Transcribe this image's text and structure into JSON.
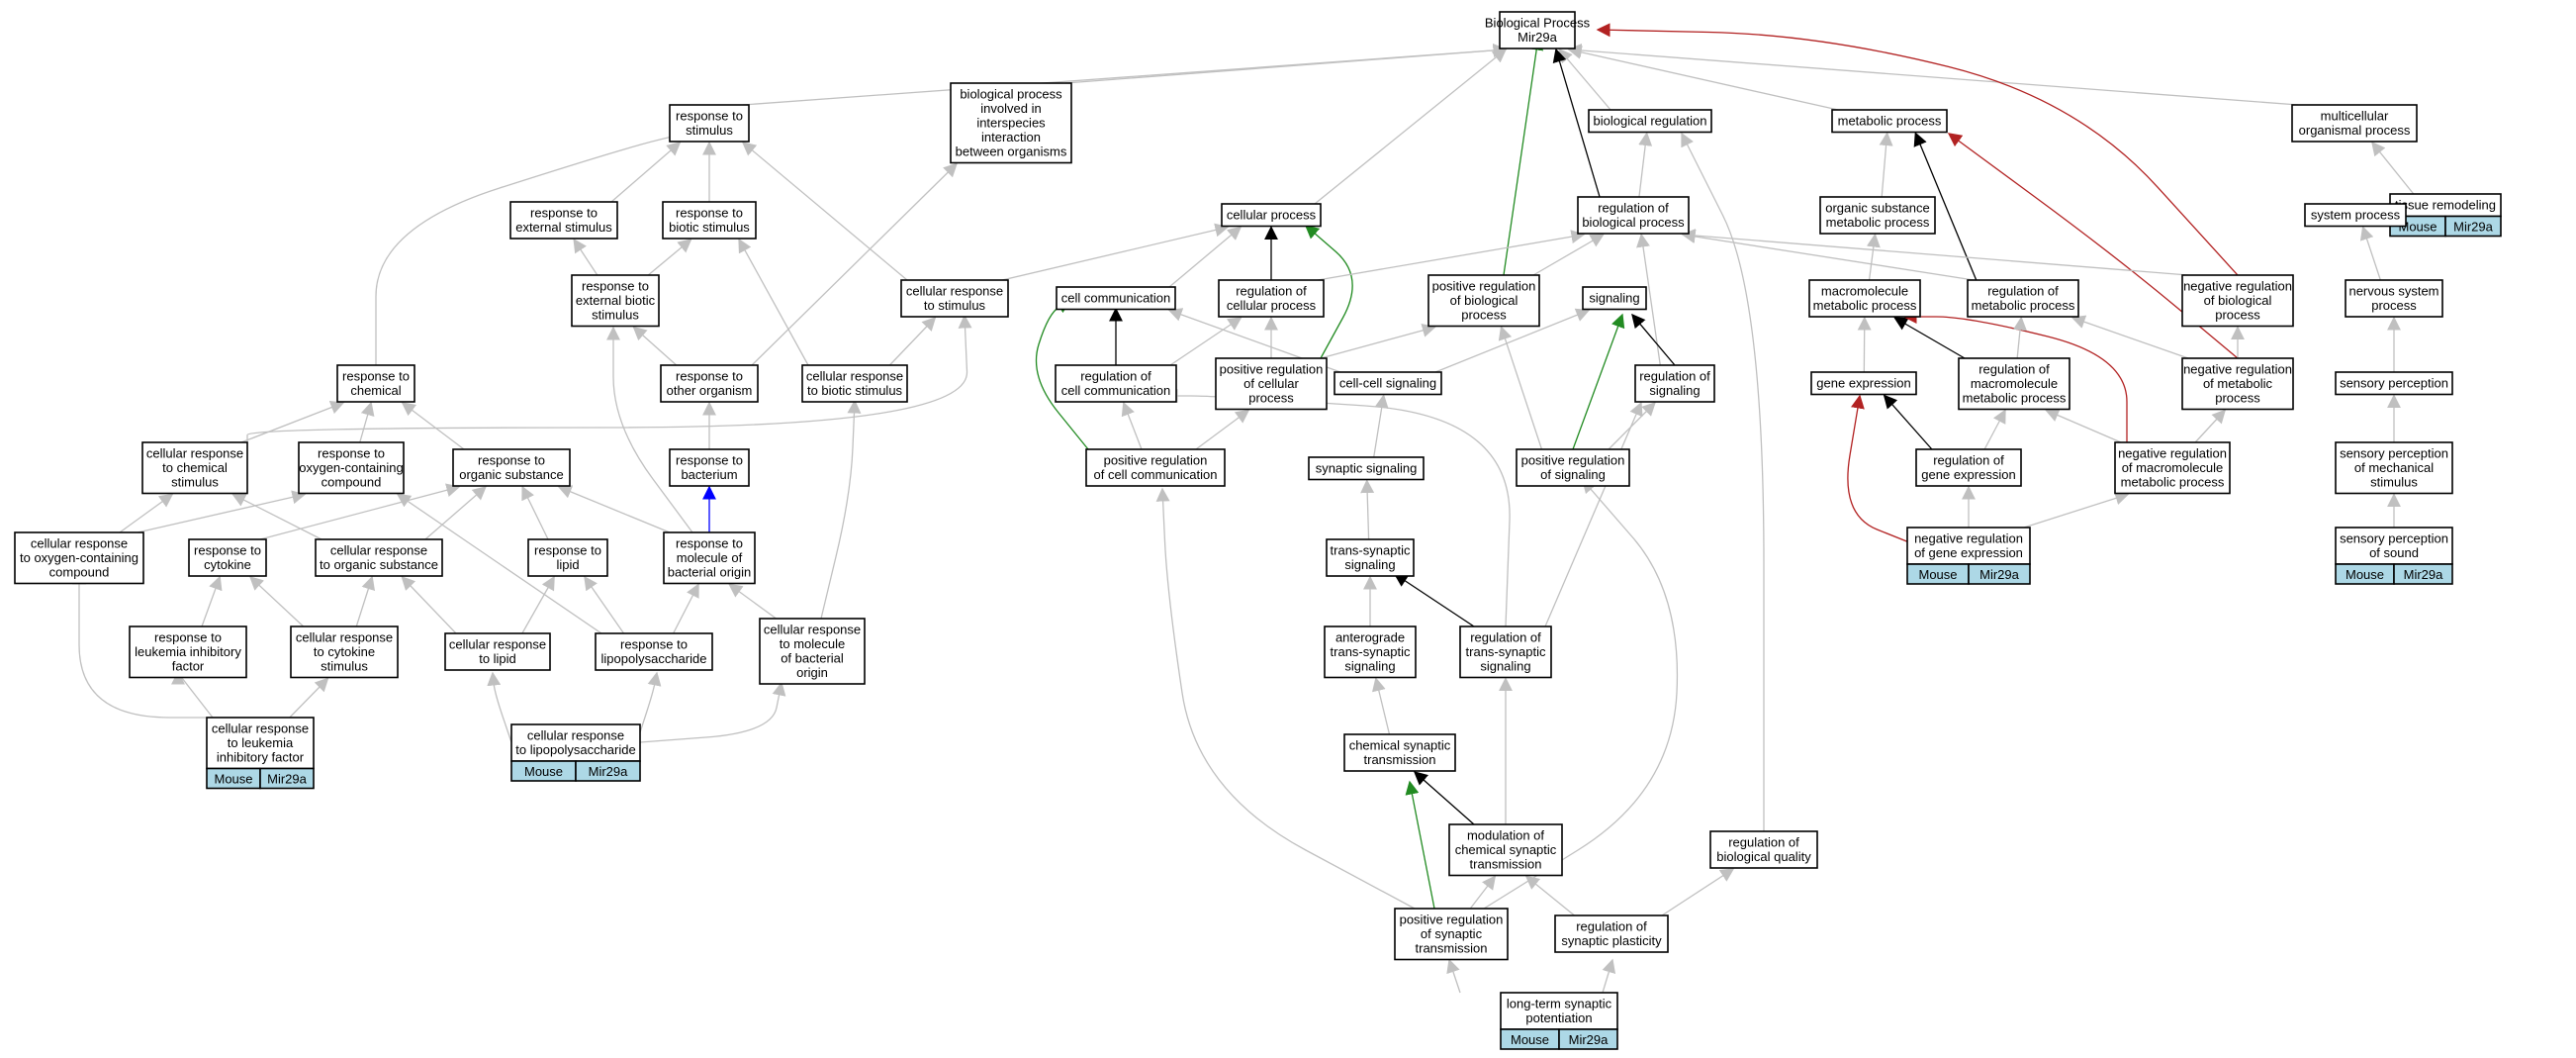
{
  "colors": {
    "default_edge": "#c0c0c0",
    "is_a": "#000000",
    "positively_regulates": "#228b22",
    "negatively_regulates": "#b22222",
    "part_of": "#0000ff",
    "annotation_cell": "#add8e6"
  },
  "nodes": [
    {
      "id": "bp",
      "lines": [
        "Biological Process",
        "Mir29a"
      ]
    },
    {
      "id": "rts",
      "lines": [
        "response to",
        "stimulus"
      ]
    },
    {
      "id": "bpii",
      "lines": [
        "biological process",
        "involved in",
        "interspecies",
        "interaction",
        "between organisms"
      ]
    },
    {
      "id": "breg",
      "lines": [
        "biological regulation"
      ]
    },
    {
      "id": "metab",
      "lines": [
        "metabolic process"
      ]
    },
    {
      "id": "multi",
      "lines": [
        "multicellular",
        "organismal process"
      ]
    },
    {
      "id": "tissue",
      "lines": [
        "tissue remodeling"
      ],
      "annotations": [
        "Mouse",
        "Mir29a"
      ]
    },
    {
      "id": "rext",
      "lines": [
        "response to",
        "external stimulus"
      ]
    },
    {
      "id": "rbio",
      "lines": [
        "response to",
        "biotic stimulus"
      ]
    },
    {
      "id": "cproc",
      "lines": [
        "cellular process"
      ]
    },
    {
      "id": "regbp",
      "lines": [
        "regulation of",
        "biological process"
      ]
    },
    {
      "id": "osmp",
      "lines": [
        "organic substance",
        "metabolic process"
      ]
    },
    {
      "id": "sysp",
      "lines": [
        "system process"
      ]
    },
    {
      "id": "rextbio",
      "lines": [
        "response to",
        "external biotic",
        "stimulus"
      ]
    },
    {
      "id": "crs",
      "lines": [
        "cellular response",
        "to stimulus"
      ]
    },
    {
      "id": "ccomm",
      "lines": [
        "cell communication"
      ]
    },
    {
      "id": "regcp",
      "lines": [
        "regulation of",
        "cellular process"
      ]
    },
    {
      "id": "posregbp",
      "lines": [
        "positive regulation",
        "of biological",
        "process"
      ]
    },
    {
      "id": "signaling",
      "lines": [
        "signaling"
      ]
    },
    {
      "id": "macro",
      "lines": [
        "macromolecule",
        "metabolic process"
      ]
    },
    {
      "id": "regmp",
      "lines": [
        "regulation of",
        "metabolic process"
      ]
    },
    {
      "id": "negregbp",
      "lines": [
        "negative regulation",
        "of biological",
        "process"
      ]
    },
    {
      "id": "nerv",
      "lines": [
        "nervous system",
        "process"
      ]
    },
    {
      "id": "rchem",
      "lines": [
        "response to",
        "chemical"
      ]
    },
    {
      "id": "roth",
      "lines": [
        "response to",
        "other organism"
      ]
    },
    {
      "id": "crbio",
      "lines": [
        "cellular response",
        "to biotic stimulus"
      ]
    },
    {
      "id": "regcc",
      "lines": [
        "regulation of",
        "cell communication"
      ]
    },
    {
      "id": "posregcp",
      "lines": [
        "positive regulation",
        "of cellular",
        "process"
      ]
    },
    {
      "id": "ccsig",
      "lines": [
        "cell-cell signaling"
      ]
    },
    {
      "id": "regsig",
      "lines": [
        "regulation of",
        "signaling"
      ]
    },
    {
      "id": "geneexp",
      "lines": [
        "gene expression"
      ]
    },
    {
      "id": "regmmp",
      "lines": [
        "regulation of",
        "macromolecule",
        "metabolic process"
      ]
    },
    {
      "id": "negregmp",
      "lines": [
        "negative regulation",
        "of metabolic",
        "process"
      ]
    },
    {
      "id": "sensp",
      "lines": [
        "sensory perception"
      ]
    },
    {
      "id": "crchem",
      "lines": [
        "cellular response",
        "to chemical",
        "stimulus"
      ]
    },
    {
      "id": "roxy",
      "lines": [
        "response to",
        "oxygen-containing",
        "compound"
      ]
    },
    {
      "id": "rorg",
      "lines": [
        "response to",
        "organic substance"
      ]
    },
    {
      "id": "rbact",
      "lines": [
        "response to",
        "bacterium"
      ]
    },
    {
      "id": "posregcc",
      "lines": [
        "positive regulation",
        "of cell communication"
      ]
    },
    {
      "id": "synsig",
      "lines": [
        "synaptic signaling"
      ]
    },
    {
      "id": "posregsig",
      "lines": [
        "positive regulation",
        "of signaling"
      ]
    },
    {
      "id": "reggene",
      "lines": [
        "regulation of",
        "gene expression"
      ]
    },
    {
      "id": "negregmmp",
      "lines": [
        "negative regulation",
        "of macromolecule",
        "metabolic process"
      ]
    },
    {
      "id": "spmech",
      "lines": [
        "sensory perception",
        "of mechanical",
        "stimulus"
      ]
    },
    {
      "id": "croxy",
      "lines": [
        "cellular response",
        "to oxygen-containing",
        "compound"
      ]
    },
    {
      "id": "rcyto",
      "lines": [
        "response to",
        "cytokine"
      ]
    },
    {
      "id": "crorg",
      "lines": [
        "cellular response",
        "to organic substance"
      ]
    },
    {
      "id": "rlipid",
      "lines": [
        "response to",
        "lipid"
      ]
    },
    {
      "id": "rmolbact",
      "lines": [
        "response to",
        "molecule of",
        "bacterial origin"
      ]
    },
    {
      "id": "tss",
      "lines": [
        "trans-synaptic",
        "signaling"
      ]
    },
    {
      "id": "neggene",
      "lines": [
        "negative regulation",
        "of gene expression"
      ],
      "annotations": [
        "Mouse",
        "Mir29a"
      ]
    },
    {
      "id": "spsound",
      "lines": [
        "sensory perception",
        "of sound"
      ],
      "annotations": [
        "Mouse",
        "Mir29a"
      ]
    },
    {
      "id": "rlif",
      "lines": [
        "response to",
        "leukemia inhibitory",
        "factor"
      ]
    },
    {
      "id": "crcyto",
      "lines": [
        "cellular response",
        "to cytokine",
        "stimulus"
      ]
    },
    {
      "id": "crlipid",
      "lines": [
        "cellular response",
        "to lipid"
      ]
    },
    {
      "id": "rlps",
      "lines": [
        "response to",
        "lipopolysaccharide"
      ]
    },
    {
      "id": "crmolbact",
      "lines": [
        "cellular response",
        "to molecule",
        "of bacterial",
        "origin"
      ]
    },
    {
      "id": "antero",
      "lines": [
        "anterograde",
        "trans-synaptic",
        "signaling"
      ]
    },
    {
      "id": "regtss",
      "lines": [
        "regulation of",
        "trans-synaptic",
        "signaling"
      ]
    },
    {
      "id": "crlif",
      "lines": [
        "cellular response",
        "to leukemia",
        "inhibitory factor"
      ],
      "annotations": [
        "Mouse",
        "Mir29a"
      ]
    },
    {
      "id": "crlps",
      "lines": [
        "cellular response",
        "to lipopolysaccharide"
      ],
      "annotations": [
        "Mouse",
        "Mir29a"
      ]
    },
    {
      "id": "chemsyn",
      "lines": [
        "chemical synaptic",
        "transmission"
      ]
    },
    {
      "id": "modcst",
      "lines": [
        "modulation of",
        "chemical synaptic",
        "transmission"
      ]
    },
    {
      "id": "regbq",
      "lines": [
        "regulation of",
        "biological quality"
      ]
    },
    {
      "id": "posregst",
      "lines": [
        "positive regulation",
        "of synaptic",
        "transmission"
      ]
    },
    {
      "id": "regsp",
      "lines": [
        "regulation of",
        "synaptic plasticity"
      ]
    },
    {
      "id": "ltp",
      "lines": [
        "long-term synaptic",
        "potentiation"
      ],
      "annotations": [
        "Mouse",
        "Mir29a"
      ]
    }
  ],
  "edges": [
    {
      "from": "rts",
      "to": "bp",
      "type": "default"
    },
    {
      "from": "bpii",
      "to": "bp",
      "type": "default"
    },
    {
      "from": "breg",
      "to": "bp",
      "type": "default"
    },
    {
      "from": "metab",
      "to": "bp",
      "type": "default"
    },
    {
      "from": "multi",
      "to": "bp",
      "type": "default"
    },
    {
      "from": "cproc",
      "to": "bp",
      "type": "default"
    },
    {
      "from": "regbp",
      "to": "bp",
      "type": "is_a"
    },
    {
      "from": "posregbp",
      "to": "bp",
      "type": "positively_regulates"
    },
    {
      "from": "negregbp",
      "to": "bp",
      "type": "negatively_regulates"
    },
    {
      "from": "tissue",
      "to": "multi",
      "type": "default"
    },
    {
      "from": "rext",
      "to": "rts",
      "type": "default"
    },
    {
      "from": "rbio",
      "to": "rts",
      "type": "default"
    },
    {
      "from": "crs",
      "to": "rts",
      "type": "default"
    },
    {
      "from": "rchem",
      "to": "rts",
      "type": "default"
    },
    {
      "from": "rextbio",
      "to": "rext",
      "type": "default"
    },
    {
      "from": "rextbio",
      "to": "rbio",
      "type": "default"
    },
    {
      "from": "crbio",
      "to": "rbio",
      "type": "default"
    },
    {
      "from": "roth",
      "to": "bpii",
      "type": "default"
    },
    {
      "from": "regbp",
      "to": "breg",
      "type": "default"
    },
    {
      "from": "regbq",
      "to": "breg",
      "type": "default"
    },
    {
      "from": "osmp",
      "to": "metab",
      "type": "default"
    },
    {
      "from": "regmp",
      "to": "metab",
      "type": "is_a"
    },
    {
      "from": "negregmp",
      "to": "metab",
      "type": "negatively_regulates"
    },
    {
      "from": "multi",
      "to": "sysp",
      "type": "none"
    },
    {
      "from": "nerv",
      "to": "sysp",
      "type": "default"
    },
    {
      "from": "ccomm",
      "to": "cproc",
      "type": "default"
    },
    {
      "from": "regcp",
      "to": "cproc",
      "type": "is_a"
    },
    {
      "from": "crs",
      "to": "cproc",
      "type": "default"
    },
    {
      "from": "posregcp",
      "to": "cproc",
      "type": "positively_regulates"
    },
    {
      "from": "regcp",
      "to": "regbp",
      "type": "default"
    },
    {
      "from": "posregbp",
      "to": "regbp",
      "type": "default"
    },
    {
      "from": "regsig",
      "to": "regbp",
      "type": "default"
    },
    {
      "from": "regmp",
      "to": "regbp",
      "type": "default"
    },
    {
      "from": "negregbp",
      "to": "regbp",
      "type": "default"
    },
    {
      "from": "macro",
      "to": "osmp",
      "type": "default"
    },
    {
      "from": "sensp",
      "to": "nerv",
      "type": "default"
    },
    {
      "from": "crbio",
      "to": "crs",
      "type": "default"
    },
    {
      "from": "crchem",
      "to": "crs",
      "type": "default"
    },
    {
      "from": "roth",
      "to": "rextbio",
      "type": "default"
    },
    {
      "from": "rbact",
      "to": "roth",
      "type": "default"
    },
    {
      "from": "crmolbact",
      "to": "crbio",
      "type": "default"
    },
    {
      "from": "regcc",
      "to": "ccomm",
      "type": "is_a"
    },
    {
      "from": "posregcc",
      "to": "ccomm",
      "type": "positively_regulates"
    },
    {
      "from": "ccsig",
      "to": "ccomm",
      "type": "default"
    },
    {
      "from": "regcc",
      "to": "regcp",
      "type": "default"
    },
    {
      "from": "posregcp",
      "to": "regcp",
      "type": "default"
    },
    {
      "from": "posregcp",
      "to": "posregbp",
      "type": "default"
    },
    {
      "from": "posregsig",
      "to": "posregbp",
      "type": "default"
    },
    {
      "from": "ccsig",
      "to": "signaling",
      "type": "default"
    },
    {
      "from": "regsig",
      "to": "signaling",
      "type": "is_a"
    },
    {
      "from": "posregsig",
      "to": "signaling",
      "type": "positively_regulates"
    },
    {
      "from": "geneexp",
      "to": "macro",
      "type": "default"
    },
    {
      "from": "regmmp",
      "to": "macro",
      "type": "is_a"
    },
    {
      "from": "negregmmp",
      "to": "macro",
      "type": "negatively_regulates"
    },
    {
      "from": "regmmp",
      "to": "regmp",
      "type": "default"
    },
    {
      "from": "negregmp",
      "to": "regmp",
      "type": "default"
    },
    {
      "from": "negregmp",
      "to": "negregbp",
      "type": "default"
    },
    {
      "from": "spmech",
      "to": "sensp",
      "type": "default"
    },
    {
      "from": "crchem",
      "to": "rchem",
      "type": "default"
    },
    {
      "from": "roxy",
      "to": "rchem",
      "type": "default"
    },
    {
      "from": "rorg",
      "to": "rchem",
      "type": "default"
    },
    {
      "from": "rmolbact",
      "to": "rbact",
      "type": "part_of"
    },
    {
      "from": "posregcc",
      "to": "regcc",
      "type": "default"
    },
    {
      "from": "posregcc",
      "to": "posregcp",
      "type": "default"
    },
    {
      "from": "synsig",
      "to": "ccsig",
      "type": "default"
    },
    {
      "from": "posregsig",
      "to": "regsig",
      "type": "default"
    },
    {
      "from": "regtss",
      "to": "regsig",
      "type": "default"
    },
    {
      "from": "reggene",
      "to": "geneexp",
      "type": "is_a"
    },
    {
      "from": "neggene",
      "to": "geneexp",
      "type": "negatively_regulates"
    },
    {
      "from": "reggene",
      "to": "regmmp",
      "type": "default"
    },
    {
      "from": "negregmmp",
      "to": "regmmp",
      "type": "default"
    },
    {
      "from": "negregmmp",
      "to": "negregmp",
      "type": "default"
    },
    {
      "from": "spsound",
      "to": "spmech",
      "type": "default"
    },
    {
      "from": "croxy",
      "to": "crchem",
      "type": "default"
    },
    {
      "from": "crorg",
      "to": "crchem",
      "type": "default"
    },
    {
      "from": "croxy",
      "to": "roxy",
      "type": "default"
    },
    {
      "from": "rlps",
      "to": "roxy",
      "type": "default"
    },
    {
      "from": "rcyto",
      "to": "rorg",
      "type": "default"
    },
    {
      "from": "crorg",
      "to": "rorg",
      "type": "default"
    },
    {
      "from": "rlipid",
      "to": "rorg",
      "type": "default"
    },
    {
      "from": "rmolbact",
      "to": "rorg",
      "type": "default"
    },
    {
      "from": "rmolbact",
      "to": "rextbio",
      "type": "default"
    },
    {
      "from": "tss",
      "to": "synsig",
      "type": "default"
    },
    {
      "from": "regtss",
      "to": "regcc",
      "type": "default"
    },
    {
      "from": "reggene",
      "to": "neggene",
      "type": "none"
    },
    {
      "from": "neggene",
      "to": "reggene",
      "type": "default"
    },
    {
      "from": "neggene",
      "to": "negregmmp",
      "type": "default"
    },
    {
      "from": "rlif",
      "to": "rcyto",
      "type": "default"
    },
    {
      "from": "crcyto",
      "to": "rcyto",
      "type": "default"
    },
    {
      "from": "crcyto",
      "to": "crorg",
      "type": "default"
    },
    {
      "from": "crlipid",
      "to": "crorg",
      "type": "default"
    },
    {
      "from": "crlipid",
      "to": "rlipid",
      "type": "default"
    },
    {
      "from": "rlps",
      "to": "rlipid",
      "type": "default"
    },
    {
      "from": "rlps",
      "to": "rmolbact",
      "type": "default"
    },
    {
      "from": "crmolbact",
      "to": "rmolbact",
      "type": "default"
    },
    {
      "from": "antero",
      "to": "tss",
      "type": "default"
    },
    {
      "from": "regtss",
      "to": "tss",
      "type": "is_a"
    },
    {
      "from": "crlif",
      "to": "rlif",
      "type": "default"
    },
    {
      "from": "crlif",
      "to": "crcyto",
      "type": "default"
    },
    {
      "from": "crlif",
      "to": "croxy",
      "type": "default"
    },
    {
      "from": "crlps",
      "to": "crlipid",
      "type": "default"
    },
    {
      "from": "crlps",
      "to": "rlps",
      "type": "default"
    },
    {
      "from": "crlps",
      "to": "crmolbact",
      "type": "default"
    },
    {
      "from": "chemsyn",
      "to": "antero",
      "type": "default"
    },
    {
      "from": "modcst",
      "to": "regtss",
      "type": "default"
    },
    {
      "from": "modcst",
      "to": "chemsyn",
      "type": "is_a"
    },
    {
      "from": "posregst",
      "to": "chemsyn",
      "type": "positively_regulates"
    },
    {
      "from": "posregst",
      "to": "modcst",
      "type": "default"
    },
    {
      "from": "posregst",
      "to": "posregsig",
      "type": "default"
    },
    {
      "from": "posregst",
      "to": "posregcc",
      "type": "default"
    },
    {
      "from": "regsp",
      "to": "modcst",
      "type": "default"
    },
    {
      "from": "regsp",
      "to": "regbq",
      "type": "default"
    },
    {
      "from": "ltp",
      "to": "posregst",
      "type": "default"
    },
    {
      "from": "ltp",
      "to": "regsp",
      "type": "default"
    }
  ]
}
